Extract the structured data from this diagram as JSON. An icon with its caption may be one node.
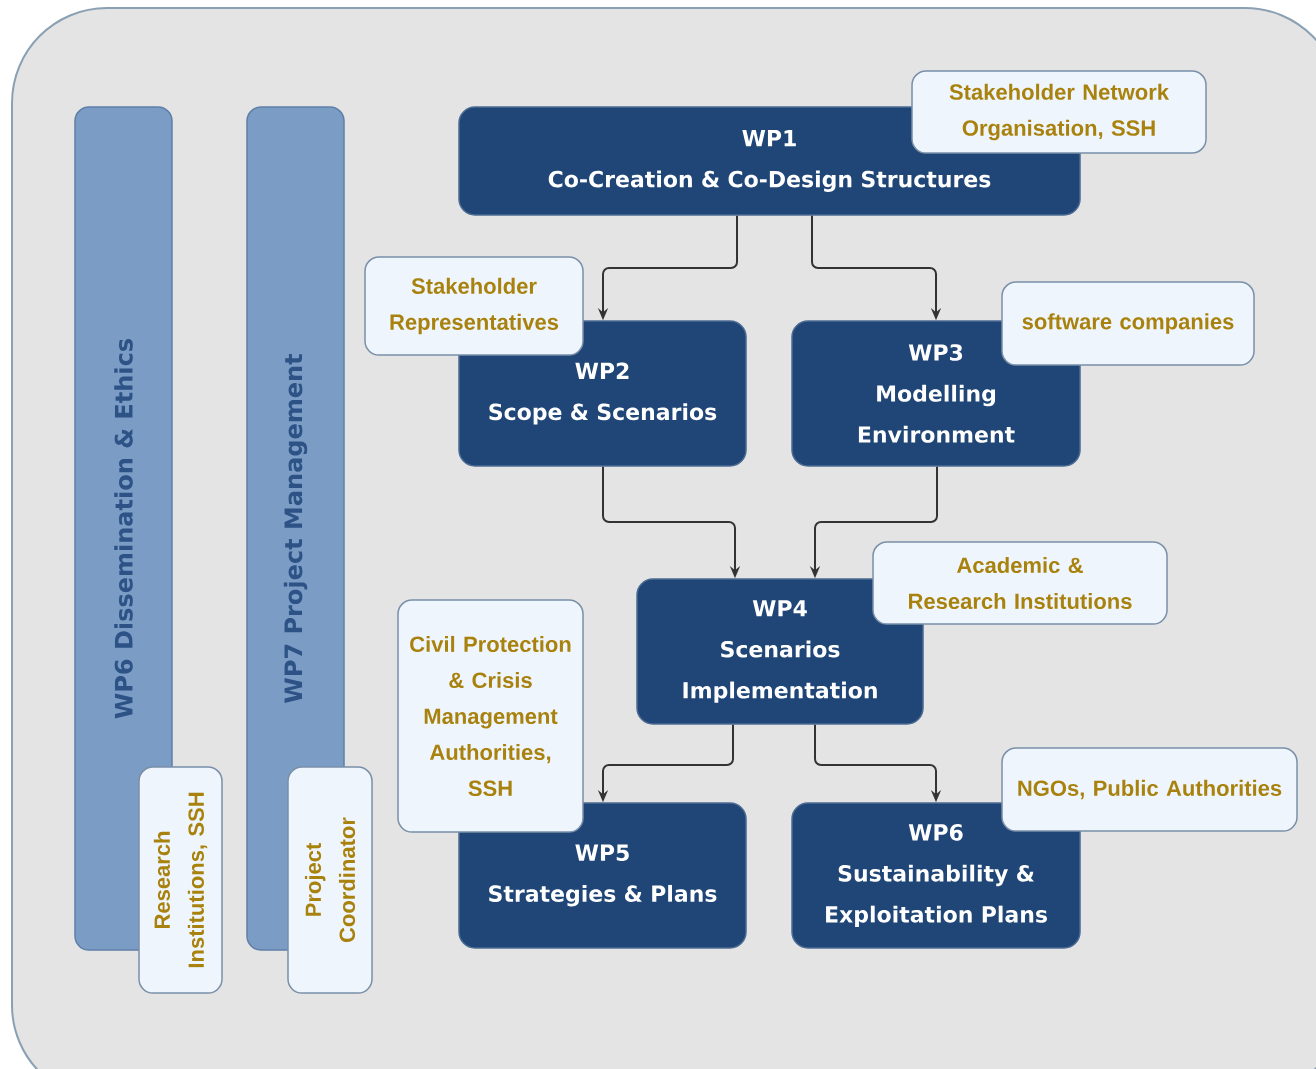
{
  "diagram": {
    "nodes": [
      {
        "text": [
          "WP6 Dissemination & Ethics"
        ]
      },
      {
        "text": [
          "Research Institutions, SSH"
        ]
      },
      {
        "text": [
          "WP7 Project Management"
        ]
      },
      {
        "text": [
          "Project Coordinator"
        ]
      },
      {
        "text": [
          "WP1",
          "Co-Creation & Co-Design Structures"
        ]
      },
      {
        "text": [
          "Stakeholder Network Organisation, SSH"
        ]
      },
      {
        "text": [
          "WP2",
          "Scope & Scenarios"
        ]
      },
      {
        "text": [
          "Stakeholder Representatives"
        ]
      },
      {
        "text": [
          "WP3",
          "Modelling Environment"
        ]
      },
      {
        "text": [
          "software companies"
        ]
      },
      {
        "text": [
          "WP4",
          "Scenarios Implementation"
        ]
      },
      {
        "text": [
          "Academic & Research Institutions"
        ]
      },
      {
        "text": [
          "WP5",
          "Strategies & Plans"
        ]
      },
      {
        "text": [
          "Civil Protection & Crisis Management Authorities, SSH"
        ]
      },
      {
        "text": [
          "WP6",
          "Sustainability & Exploitation Plans"
        ]
      },
      {
        "text": [
          "NGOs, Public Authorities"
        ]
      }
    ],
    "edges": [
      {
        "from": 4,
        "to": 6,
        "arrow": "to"
      },
      {
        "from": 4,
        "to": 8,
        "arrow": "to"
      },
      {
        "from": 6,
        "to": 10,
        "arrow": "to"
      },
      {
        "from": 8,
        "to": 10,
        "arrow": "to"
      },
      {
        "from": 10,
        "to": 12,
        "arrow": "to"
      },
      {
        "from": 10,
        "to": 14,
        "arrow": "to"
      }
    ]
  }
}
